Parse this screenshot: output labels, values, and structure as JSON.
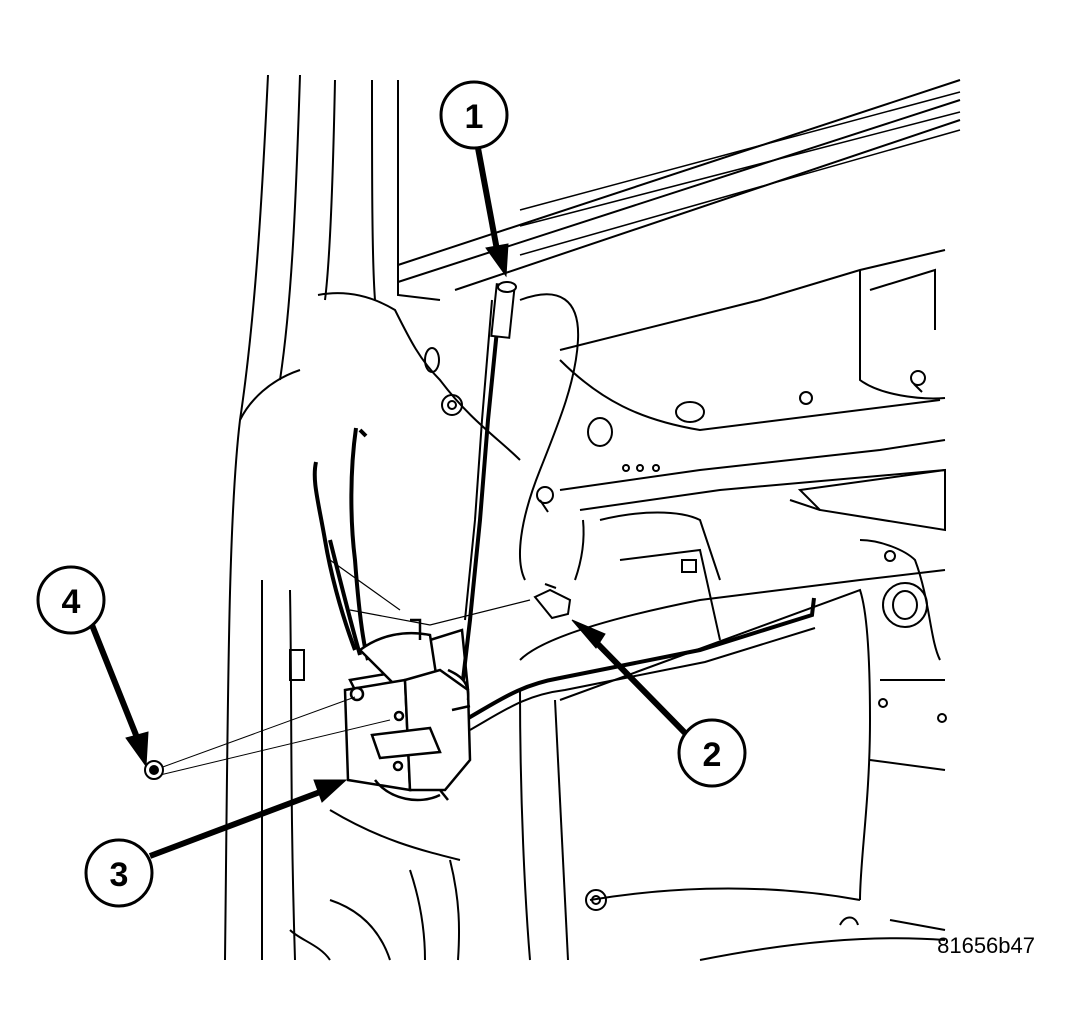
{
  "figure": {
    "id_text": "81656b47"
  },
  "callouts": [
    {
      "number": "1",
      "target": "lock-rod-end"
    },
    {
      "number": "2",
      "target": "rod-clip"
    },
    {
      "number": "3",
      "target": "door-latch"
    },
    {
      "number": "4",
      "target": "latch-screw"
    }
  ],
  "style": {
    "line_color": "#000000",
    "background": "#ffffff"
  }
}
